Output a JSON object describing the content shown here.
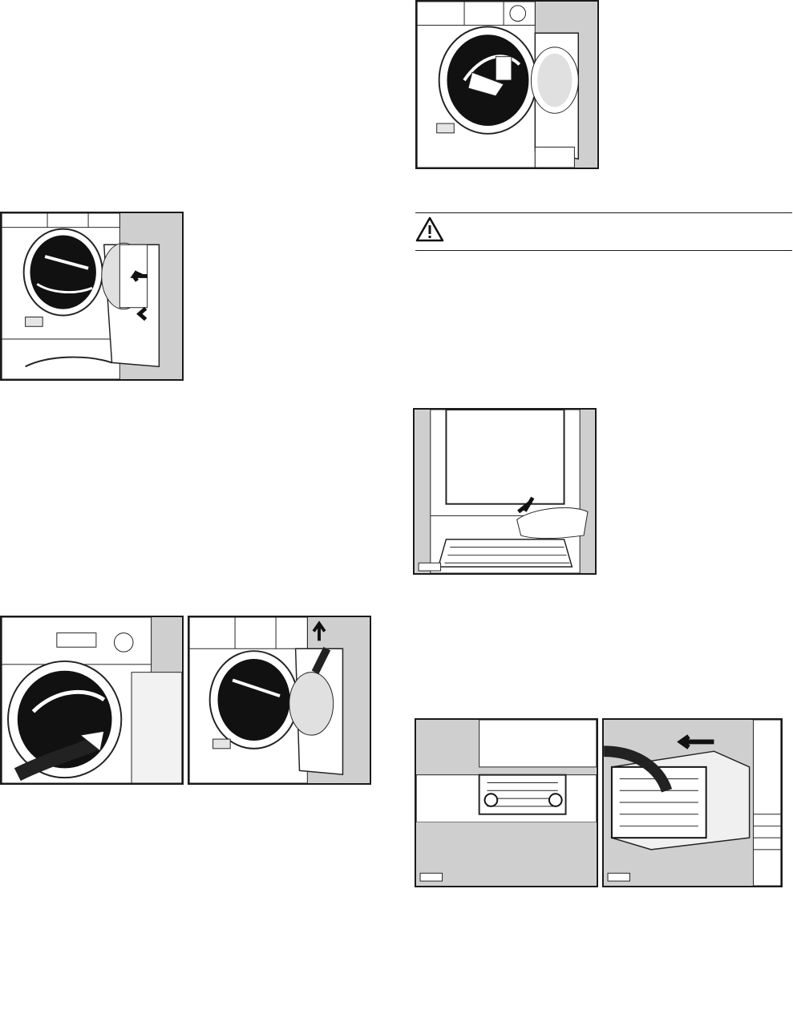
{
  "page": {
    "figures": [
      {
        "id": "fig-remove-condenser-top",
        "description_icon": "dryer-door-open-hand-lifting-icon"
      },
      {
        "id": "fig-insert-condenser",
        "description_icon": "dryer-door-condenser-arrows-icon"
      },
      {
        "id": "fig-wipe-door-seal",
        "description_icon": "wipe-seal-cloth-icon"
      },
      {
        "id": "fig-lift-condenser",
        "description_icon": "lift-condenser-arrow-icon"
      },
      {
        "id": "fig-open-kickplate",
        "description_icon": "press-kickplate-hand-icon"
      },
      {
        "id": "fig-heat-exchanger-levers",
        "description_icon": "heat-exchanger-levers-icon"
      },
      {
        "id": "fig-pull-heat-exchanger",
        "description_icon": "pull-heat-exchanger-icon"
      }
    ],
    "warning": {
      "icon": "warning-triangle-icon"
    }
  }
}
